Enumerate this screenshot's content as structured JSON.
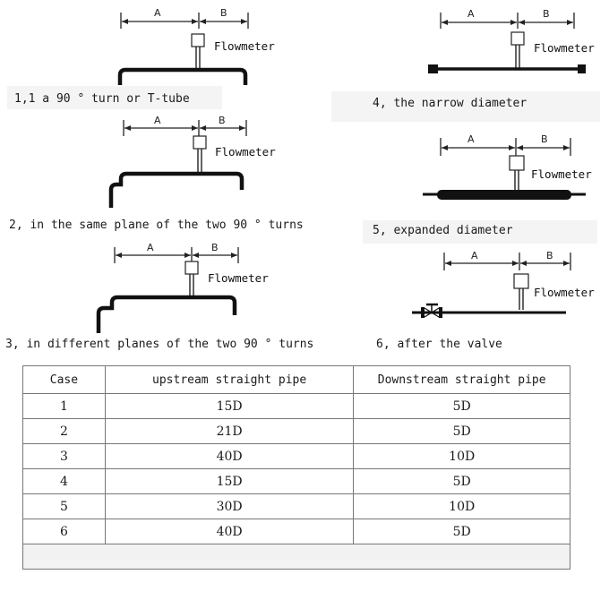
{
  "labels": {
    "dim_a": "A",
    "dim_b": "B",
    "flowmeter": "Flowmeter"
  },
  "cases": [
    "1,1 a 90 °  turn or T-tube",
    "2, in the same plane of the two 90 °  turns",
    "3, in different planes of the two 90 °  turns",
    "4, the narrow diameter",
    "5, expanded diameter",
    "6, after the valve"
  ],
  "table": {
    "headers": [
      "Case",
      "upstream straight pipe",
      "Downstream straight pipe"
    ],
    "rows": [
      [
        "1",
        "15D",
        "5D"
      ],
      [
        "2",
        "21D",
        "5D"
      ],
      [
        "3",
        "40D",
        "10D"
      ],
      [
        "4",
        "15D",
        "5D"
      ],
      [
        "5",
        "30D",
        "10D"
      ],
      [
        "6",
        "40D",
        "5D"
      ]
    ]
  }
}
